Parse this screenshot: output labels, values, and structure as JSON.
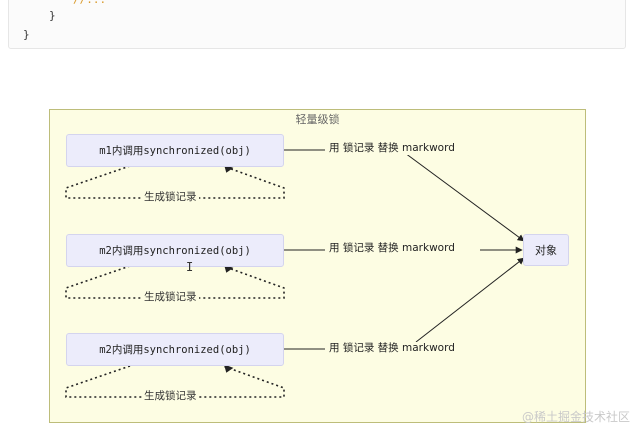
{
  "code": {
    "line1": "//...",
    "line2": "}",
    "line3": "}"
  },
  "diagram": {
    "group_title": "轻量级锁",
    "nodes": [
      {
        "label": "m1内调用synchronized(obj)"
      },
      {
        "label": "m2内调用synchronized(obj)"
      },
      {
        "label": "m2内调用synchronized(obj)"
      }
    ],
    "target": {
      "label": "对象"
    },
    "edge_label": "用 锁记录 替换 markword",
    "loop_label": "生成锁记录"
  },
  "watermark": "@稀土掘金技术社区",
  "colors": {
    "node_fill": "#ececfb",
    "group_fill": "#fdfde3",
    "group_border": "#bdbd7a"
  }
}
